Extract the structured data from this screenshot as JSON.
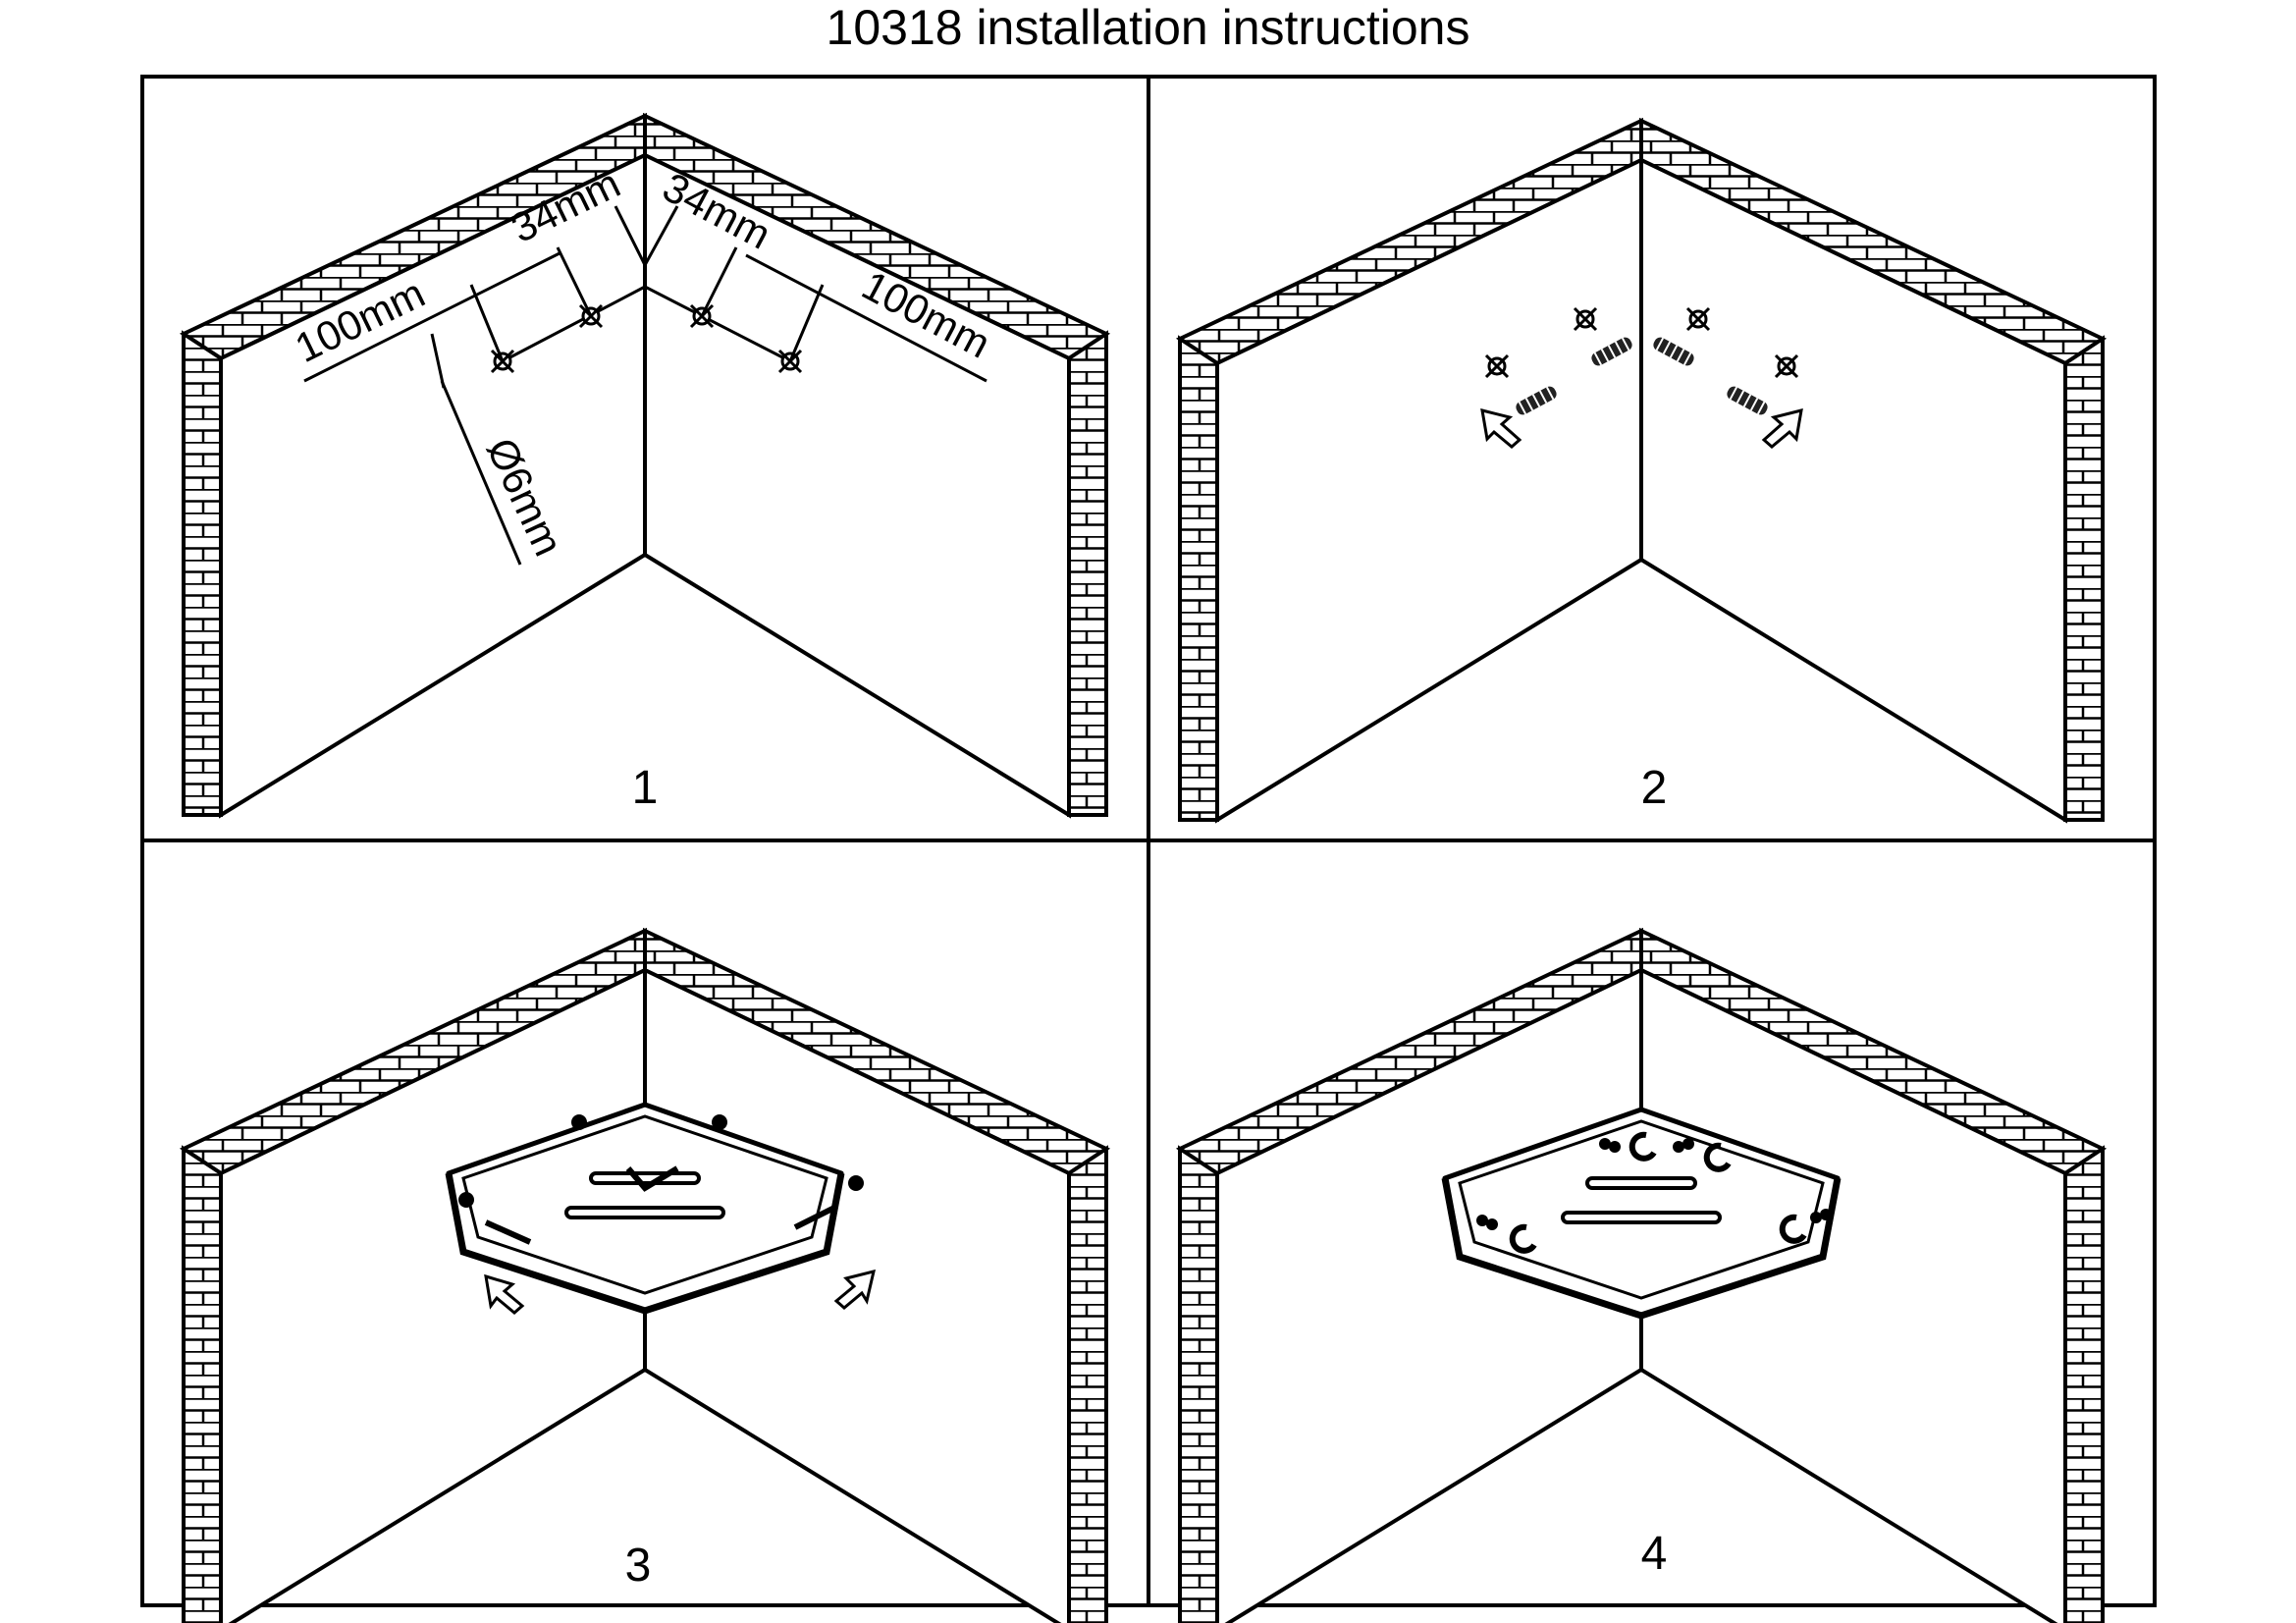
{
  "title": "10318 installation instructions",
  "steps": [
    {
      "number": "1"
    },
    {
      "number": "2"
    },
    {
      "number": "3"
    },
    {
      "number": "4"
    }
  ],
  "dimensions": {
    "side_distance_left": "100mm",
    "side_distance_right": "100mm",
    "center_offset_left": "34mm",
    "center_offset_right": "34mm",
    "drill_diameter": "Ø6mm"
  }
}
